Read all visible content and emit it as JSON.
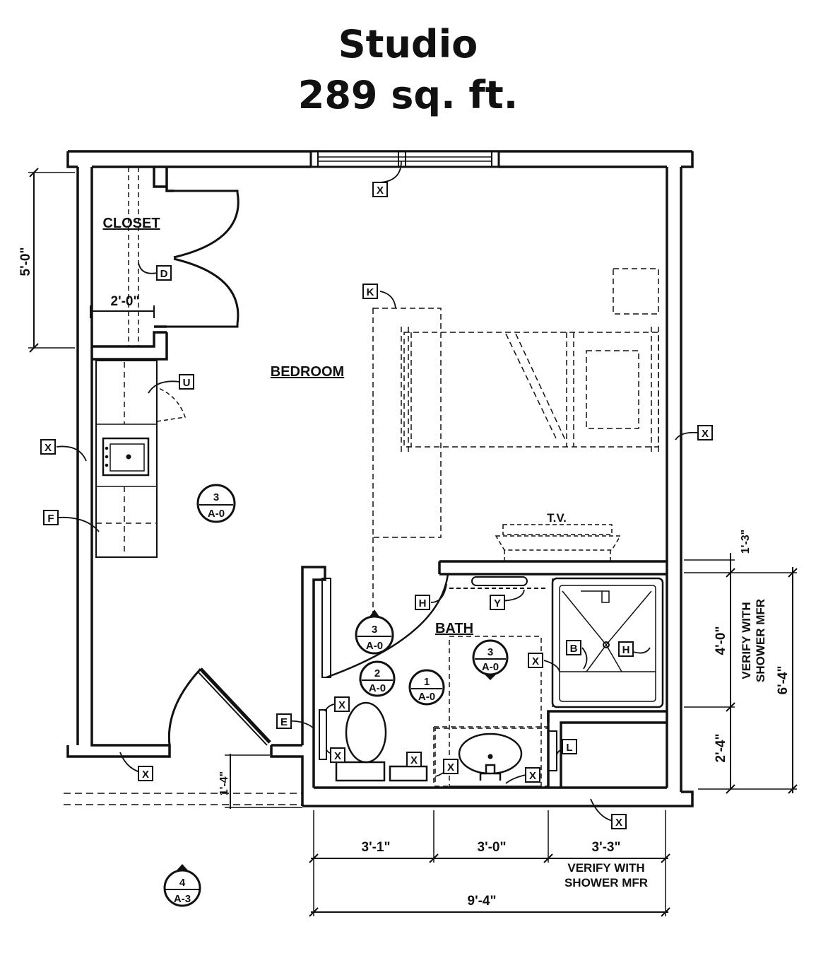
{
  "title": "Studio",
  "subtitle": "289 sq. ft.",
  "rooms": {
    "closet": "CLOSET",
    "bedroom": "BEDROOM",
    "bath": "BATH",
    "tv": "T.V."
  },
  "dimensions": {
    "closet_height": "5'-0\"",
    "closet_width": "2'-0\"",
    "door_jamb": "1'-4\"",
    "bath_seg1": "3'-1\"",
    "bath_seg2": "3'-0\"",
    "bath_seg3": "3'-3\"",
    "bath_total": "9'-4\"",
    "right_top": "1'-3\"",
    "right_shower": "4'-0\"",
    "right_lower": "2'-4\"",
    "right_total": "6'-4\""
  },
  "notes": {
    "verify_line1": "VERIFY WITH",
    "verify_line2": "SHOWER MFR"
  },
  "keynotes": {
    "window_top": "X",
    "closet_door": "D",
    "bed_tag": "K",
    "kitchen_upper": "U",
    "left_wall": "X",
    "kitchen_f": "F",
    "right_wall": "X",
    "bath_door_h": "H",
    "bath_y": "Y",
    "shower_b": "B",
    "shower_h": "H",
    "shower_x": "X",
    "entry_e": "E",
    "toilet_x1": "X",
    "toilet_x2": "X",
    "vanity_x1": "X",
    "vanity_x2": "X",
    "vanity_x3": "X",
    "linen_l": "L",
    "entry_x": "X",
    "bath_bottom_x": "X"
  },
  "sections": {
    "s1": {
      "num": "3",
      "sheet": "A-0"
    },
    "s2": {
      "num": "3",
      "sheet": "A-0"
    },
    "s3": {
      "num": "2",
      "sheet": "A-0"
    },
    "s4": {
      "num": "1",
      "sheet": "A-0"
    },
    "s5": {
      "num": "3",
      "sheet": "A-0"
    },
    "s6": {
      "num": "4",
      "sheet": "A-3"
    }
  }
}
